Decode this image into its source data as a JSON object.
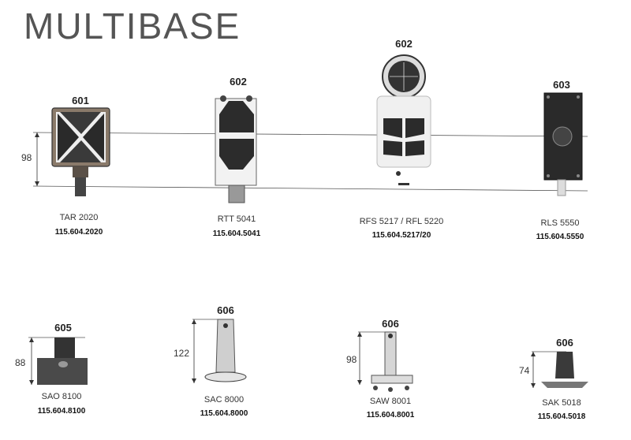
{
  "title": "MULTIBASE",
  "top_row": [
    {
      "number": "601",
      "model": "TAR 2020",
      "code": "115.604.2020"
    },
    {
      "number": "602",
      "model": "RTT 5041",
      "code": "115.604.5041"
    },
    {
      "number": "602",
      "model": "RFS 5217 / RFL 5220",
      "code": "115.604.5217/20"
    },
    {
      "number": "603",
      "model": "RLS 5550",
      "code": "115.604.5550"
    }
  ],
  "top_dimension": "98",
  "bottom_row": [
    {
      "number": "605",
      "model": "SAO 8100",
      "code": "115.604.8100",
      "dimension": "88"
    },
    {
      "number": "606",
      "model": "SAC 8000",
      "code": "115.604.8000",
      "dimension": "122"
    },
    {
      "number": "606",
      "model": "SAW 8001",
      "code": "115.604.8001",
      "dimension": "98"
    },
    {
      "number": "606",
      "model": "SAK 5018",
      "code": "115.604.5018",
      "dimension": "74"
    }
  ]
}
